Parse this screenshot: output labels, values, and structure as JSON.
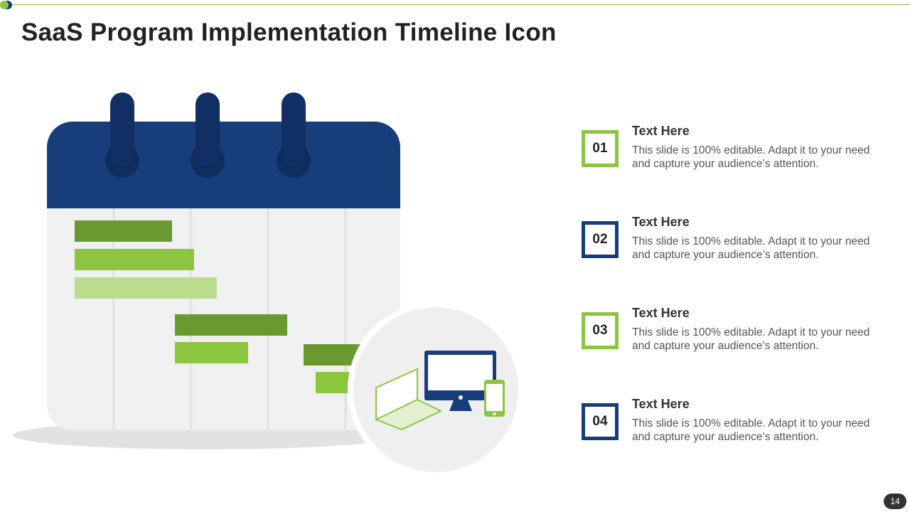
{
  "title": "SaaS Program Implementation Timeline Icon",
  "colors": {
    "navy": "#173d7a",
    "green": "#8cc63f",
    "dark_green": "#6a9a2f",
    "light_green": "#b9dc8f"
  },
  "items": [
    {
      "number": "01",
      "title": "Text Here",
      "desc": "This slide is 100% editable. Adapt it to your need and capture your audience’s attention.",
      "border": "#8cc63f"
    },
    {
      "number": "02",
      "title": "Text Here",
      "desc": "This slide is 100% editable. Adapt it to your need and capture your audience’s attention.",
      "border": "#173d7a"
    },
    {
      "number": "03",
      "title": "Text Here",
      "desc": "This slide is 100% editable. Adapt it to your need and capture your audience’s attention.",
      "border": "#8cc63f"
    },
    {
      "number": "04",
      "title": "Text Here",
      "desc": "This slide is 100% editable. Adapt it to your need and capture your audience’s attention.",
      "border": "#173d7a"
    }
  ],
  "page_number": "14"
}
